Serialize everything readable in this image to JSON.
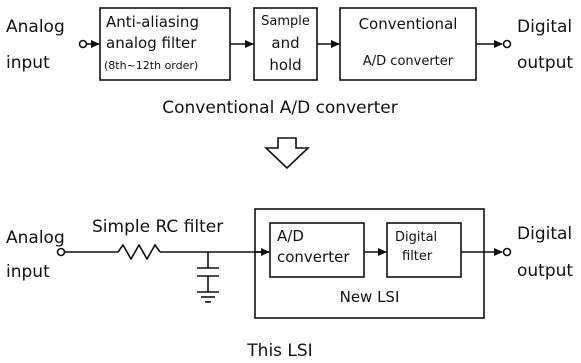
{
  "top_chain": {
    "input_label_1": "Analog",
    "input_label_2": "input",
    "filter_line_1": "Anti-aliasing",
    "filter_line_2": "analog filter",
    "filter_line_3": "(8th~12th order)",
    "sh_line_1": "Sample",
    "sh_line_2": "and",
    "sh_line_3": "hold",
    "adc_line_1": "Conventional",
    "adc_line_2": "A/D converter",
    "output_label_1": "Digital",
    "output_label_2": "output",
    "caption": "Conventional A/D converter"
  },
  "bottom_chain": {
    "input_label_1": "Analog",
    "input_label_2": "input",
    "rc_label": "Simple RC filter",
    "adc_line_1": "A/D",
    "adc_line_2": "converter",
    "df_line_1": "Digital",
    "df_line_2": "filter",
    "lsi_label": "New LSI",
    "output_label_1": "Digital",
    "output_label_2": "output",
    "caption": "This LSI"
  },
  "colors": {
    "ink": "#111111",
    "background": "#ffffff"
  }
}
